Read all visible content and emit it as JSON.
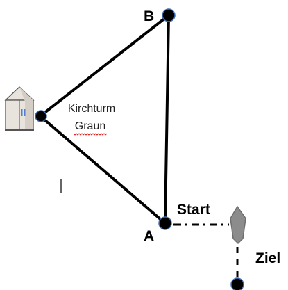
{
  "points": {
    "a": {
      "label": "A"
    },
    "b": {
      "label": "B"
    },
    "church": {
      "label_line1": "Kirchturm",
      "label_line2": "Graun"
    }
  },
  "start": {
    "label": "Start"
  },
  "goal": {
    "label": "Ziel"
  },
  "colors": {
    "line": "#000000",
    "point_fill": "#000000",
    "point_outline": "#3d6bb3",
    "boat_fill": "#8c8c8c",
    "boat_stroke": "#6e6e6e",
    "tower_fill": "#e8e3dc",
    "tower_stroke": "#555555",
    "tower_window": "#4f7fd0",
    "spellcheck_underline": "#e0201c"
  },
  "icons": {
    "church": "church-tower-icon",
    "boat": "boat-icon"
  }
}
